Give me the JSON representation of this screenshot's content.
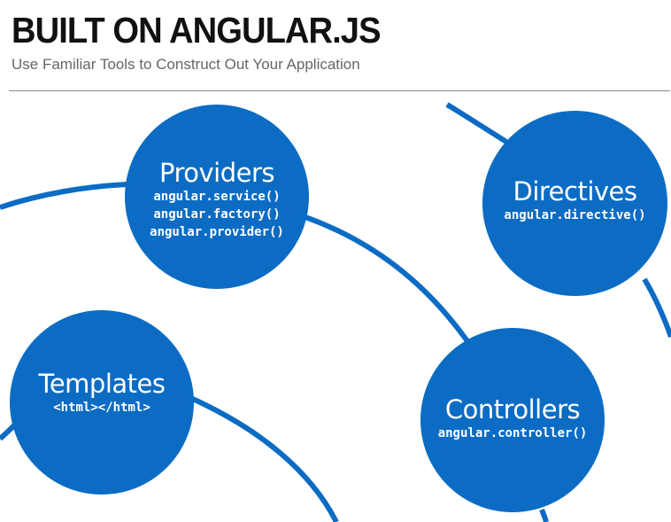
{
  "header": {
    "title": "BUILT ON ANGULAR.JS",
    "subtitle": "Use Familiar Tools to Construct Out Your Application"
  },
  "nodes": {
    "providers": {
      "title": "Providers",
      "code": [
        "angular.service()",
        "angular.factory()",
        "angular.provider()"
      ]
    },
    "directives": {
      "title": "Directives",
      "code": [
        "angular.directive()"
      ]
    },
    "templates": {
      "title": "Templates",
      "code": [
        "<html></html>"
      ]
    },
    "controllers": {
      "title": "Controllers",
      "code": [
        "angular.controller()"
      ]
    }
  },
  "colors": {
    "circle": "#0c6cc4",
    "arc": "#0c6cc4",
    "title_text": "#111111",
    "subtitle_text": "#666666"
  }
}
